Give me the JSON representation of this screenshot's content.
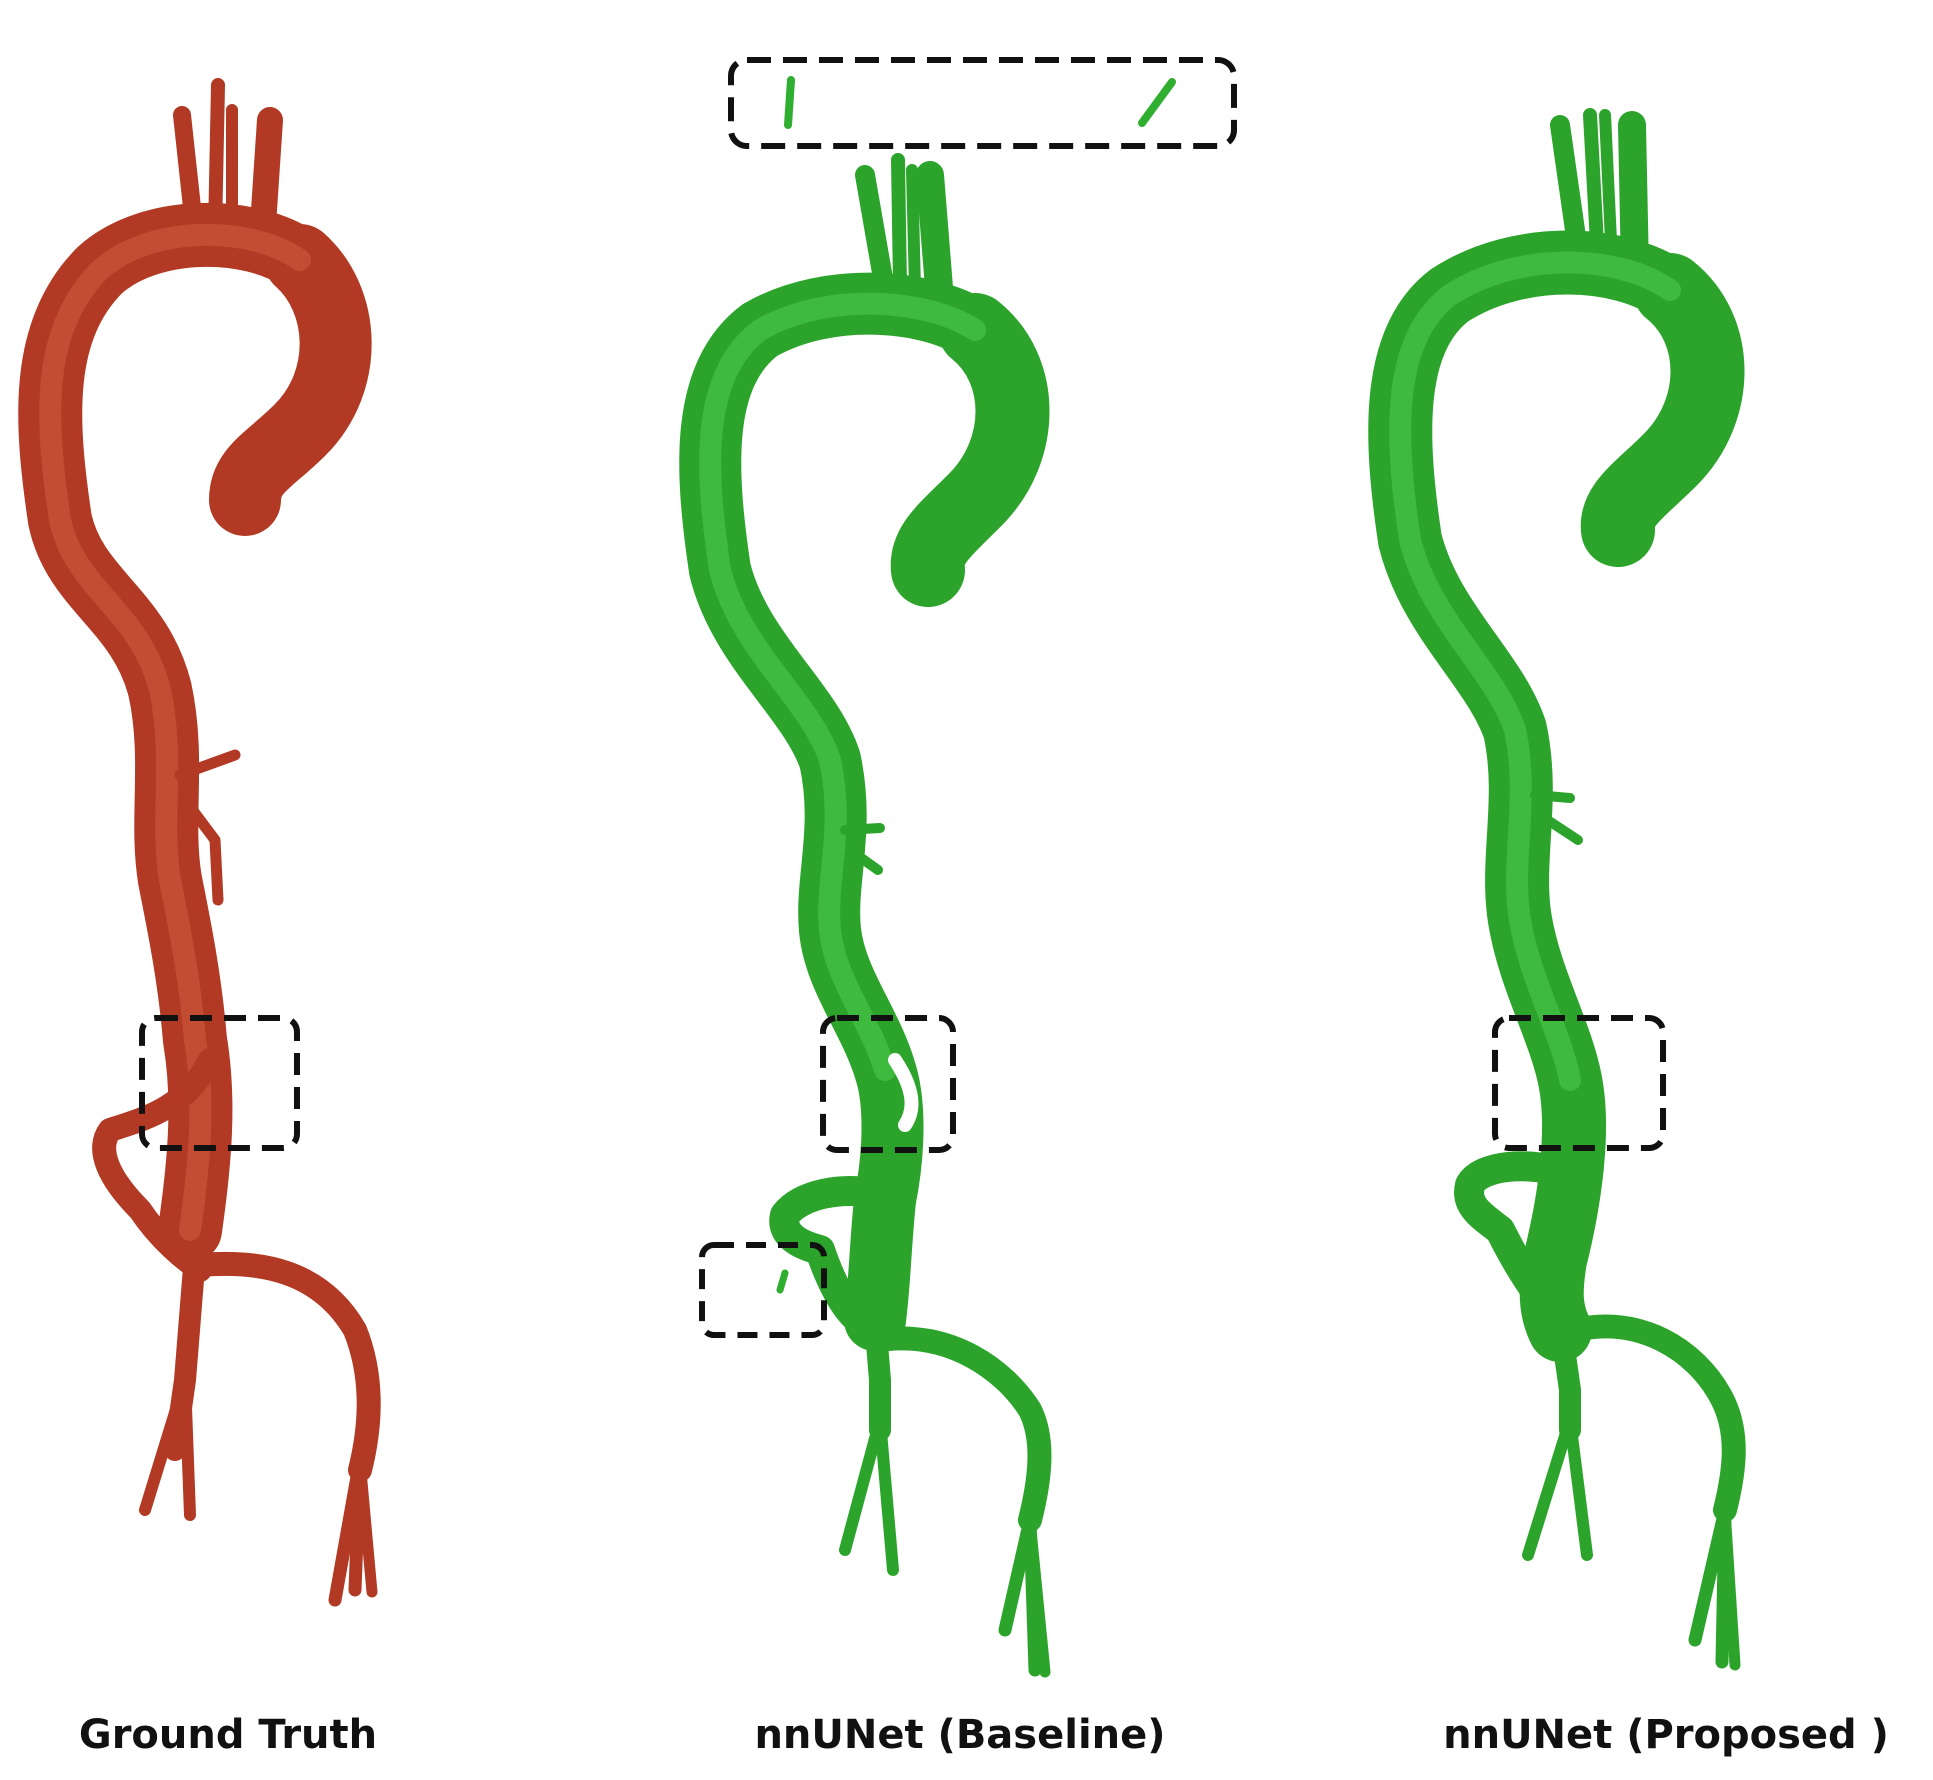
{
  "panels": [
    {
      "id": "ground-truth",
      "caption": "Ground Truth",
      "color": "#c0412a"
    },
    {
      "id": "baseline",
      "caption": "nnUNet (Baseline)",
      "color": "#2fae2f"
    },
    {
      "id": "proposed",
      "caption": "nnUNet (Proposed )",
      "color": "#2fae2f"
    }
  ],
  "colors": {
    "gt_fill": "#c0412a",
    "gt_dark": "#8e2a18",
    "pred_fill": "#2fae2f",
    "pred_dark": "#1c7f1c",
    "box": "#111111"
  }
}
